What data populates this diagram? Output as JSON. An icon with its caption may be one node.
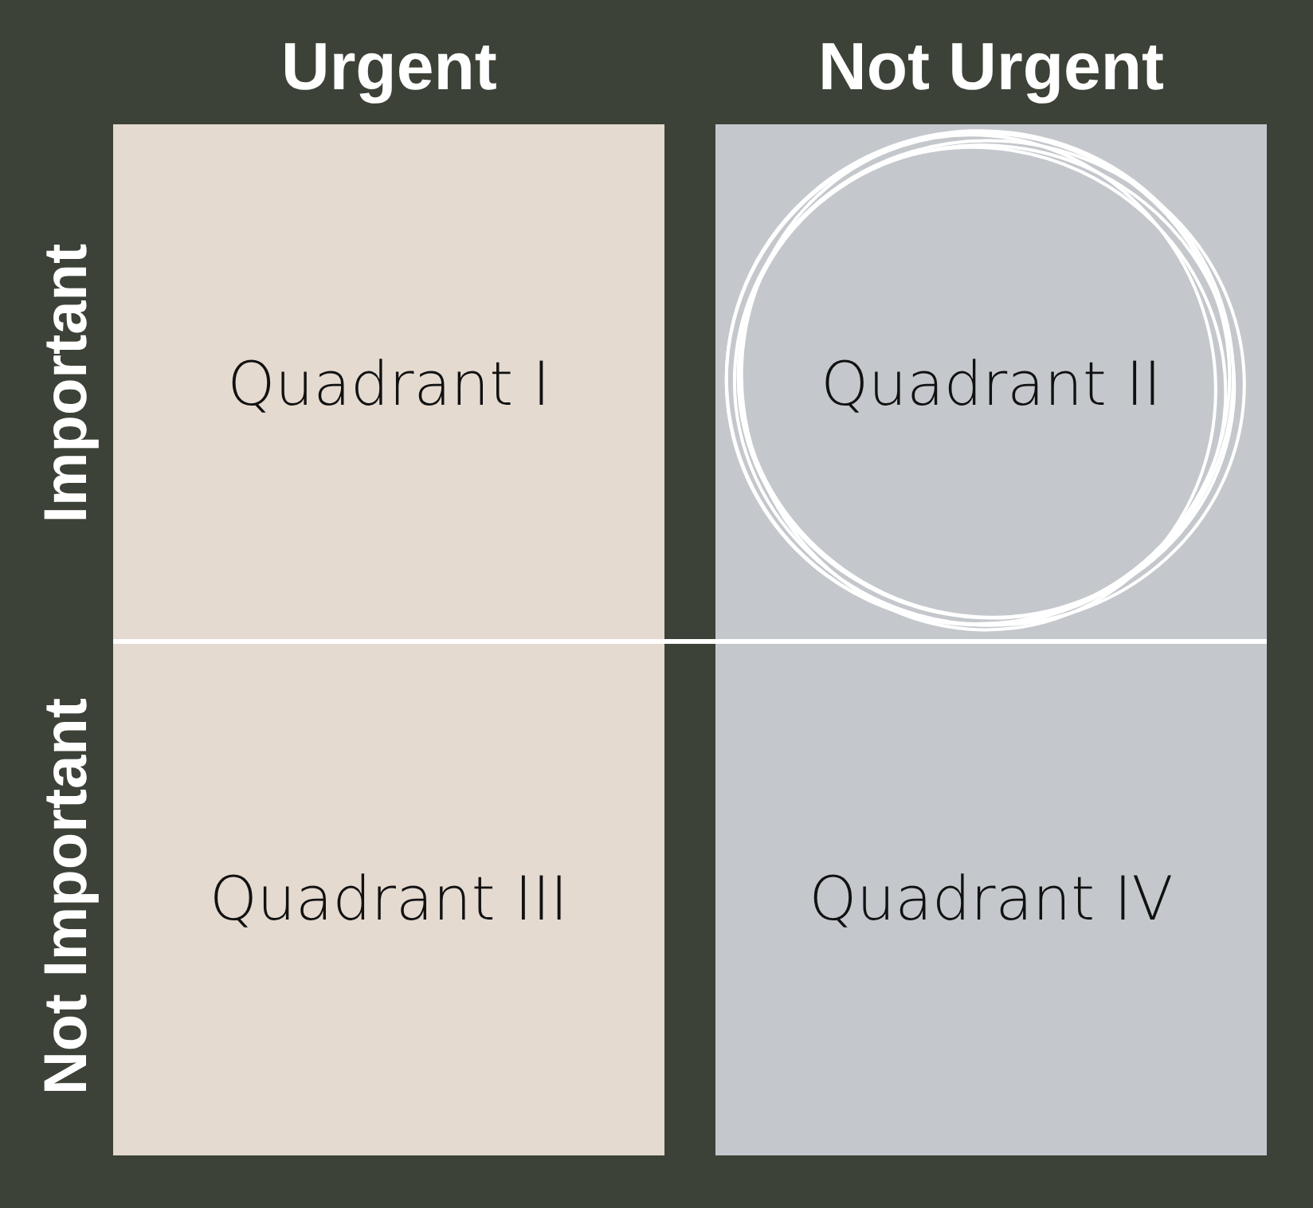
{
  "diagram": {
    "nodes": [
      {
        "text": [
          "Quadrant I"
        ]
      },
      {
        "text": [
          "Quadrant II"
        ]
      },
      {
        "text": [
          "Quadrant III"
        ]
      },
      {
        "text": [
          "Quadrant IV"
        ]
      }
    ],
    "labels": [
      "Urgent",
      "Not Urgent",
      "Important",
      "Not Important"
    ]
  }
}
